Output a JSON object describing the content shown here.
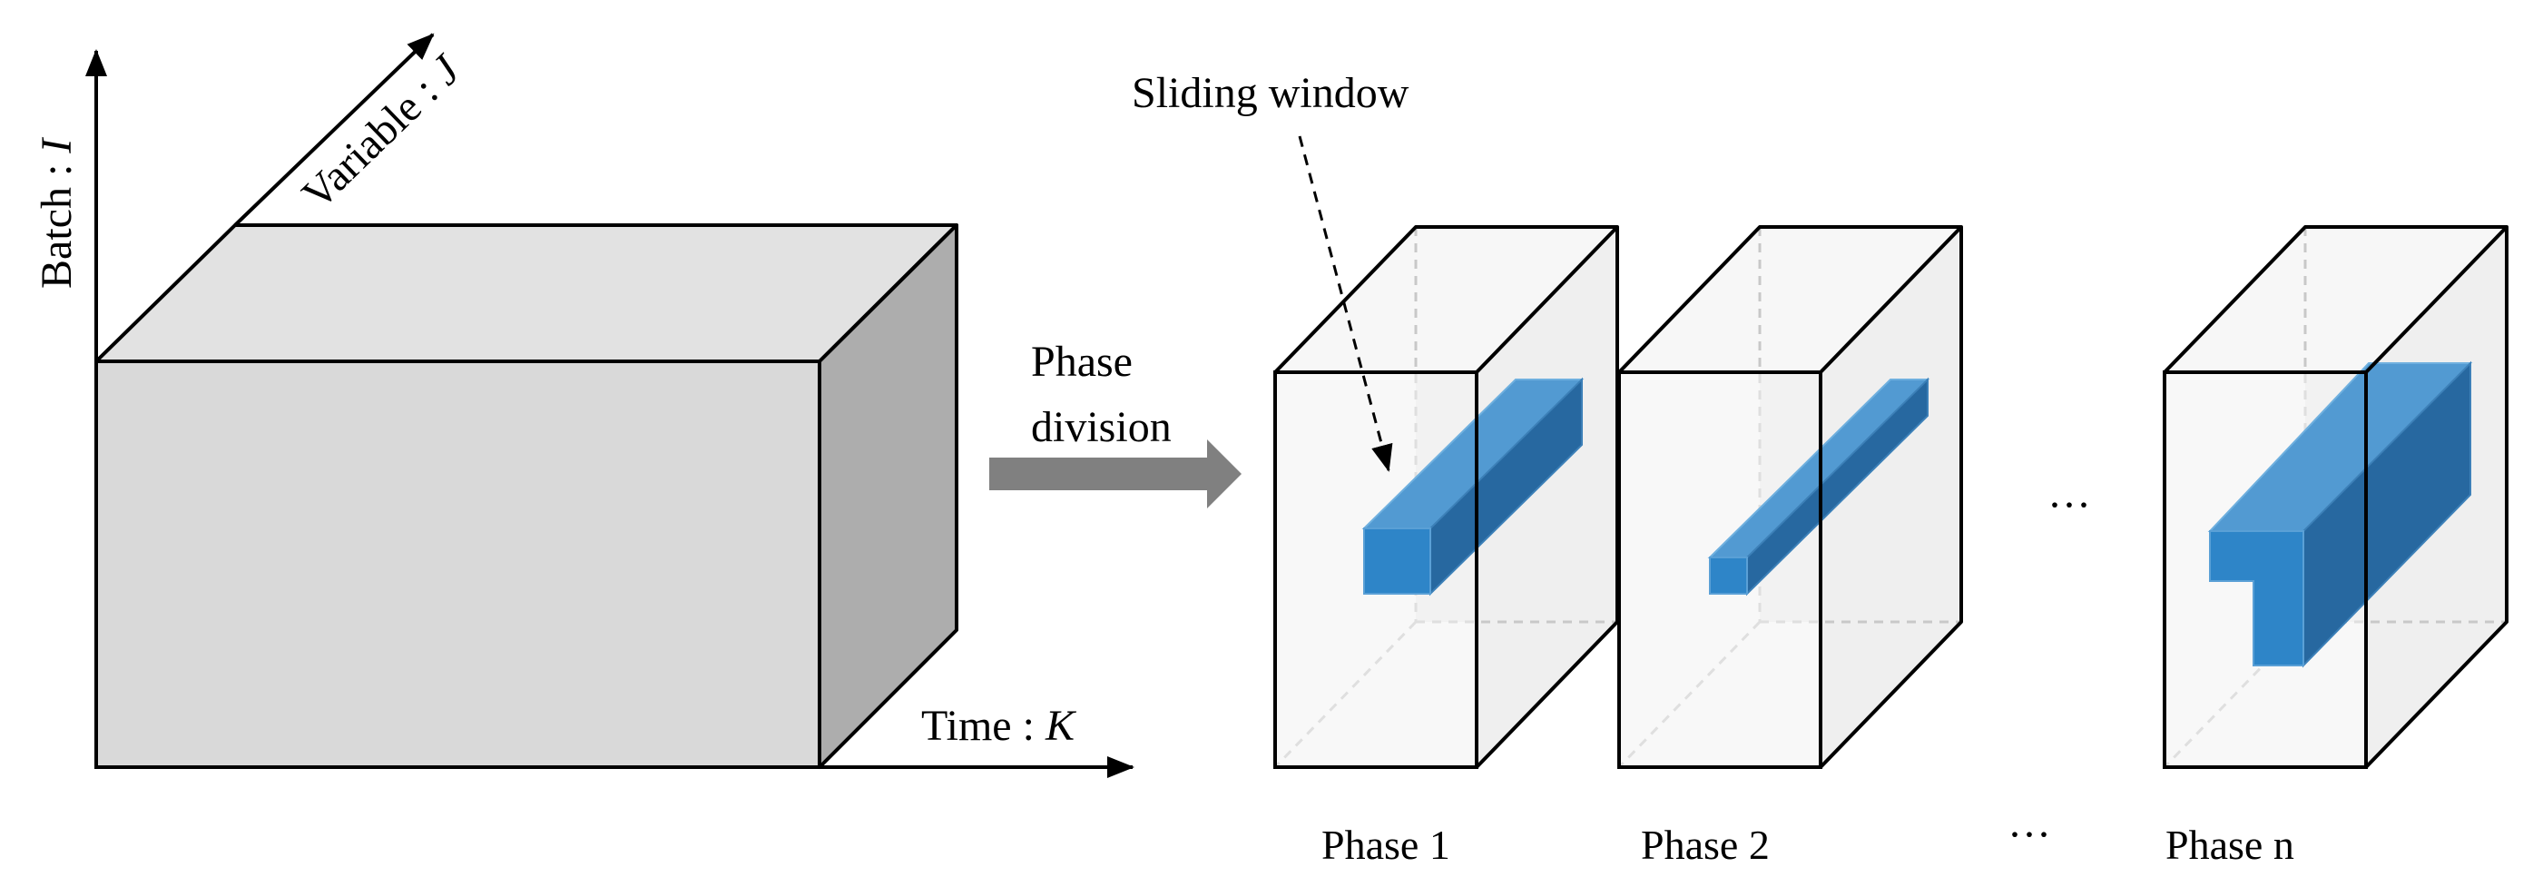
{
  "axes": {
    "batch": {
      "label": "Batch : ",
      "symbol": "I"
    },
    "variable": {
      "label": "Variable : ",
      "symbol": "J"
    },
    "time": {
      "label": "Time : ",
      "symbol": "K"
    }
  },
  "phase_division": {
    "line1": "Phase",
    "line2": "division"
  },
  "sliding_window_label": "Sliding window",
  "ellipsis": "···",
  "phases": [
    {
      "label": "Phase 1"
    },
    {
      "label": "Phase 2"
    },
    {
      "label": "Phase n"
    }
  ],
  "colors": {
    "cube_front": "#d9d9d9",
    "cube_top": "#e2e2e2",
    "cube_side": "#adadad",
    "phase_box_fill": "#f2f2f2",
    "window_front": "#2e85c8",
    "window_top": "#529ad2",
    "window_side": "#2768a0",
    "arrow_gray": "#808080"
  }
}
